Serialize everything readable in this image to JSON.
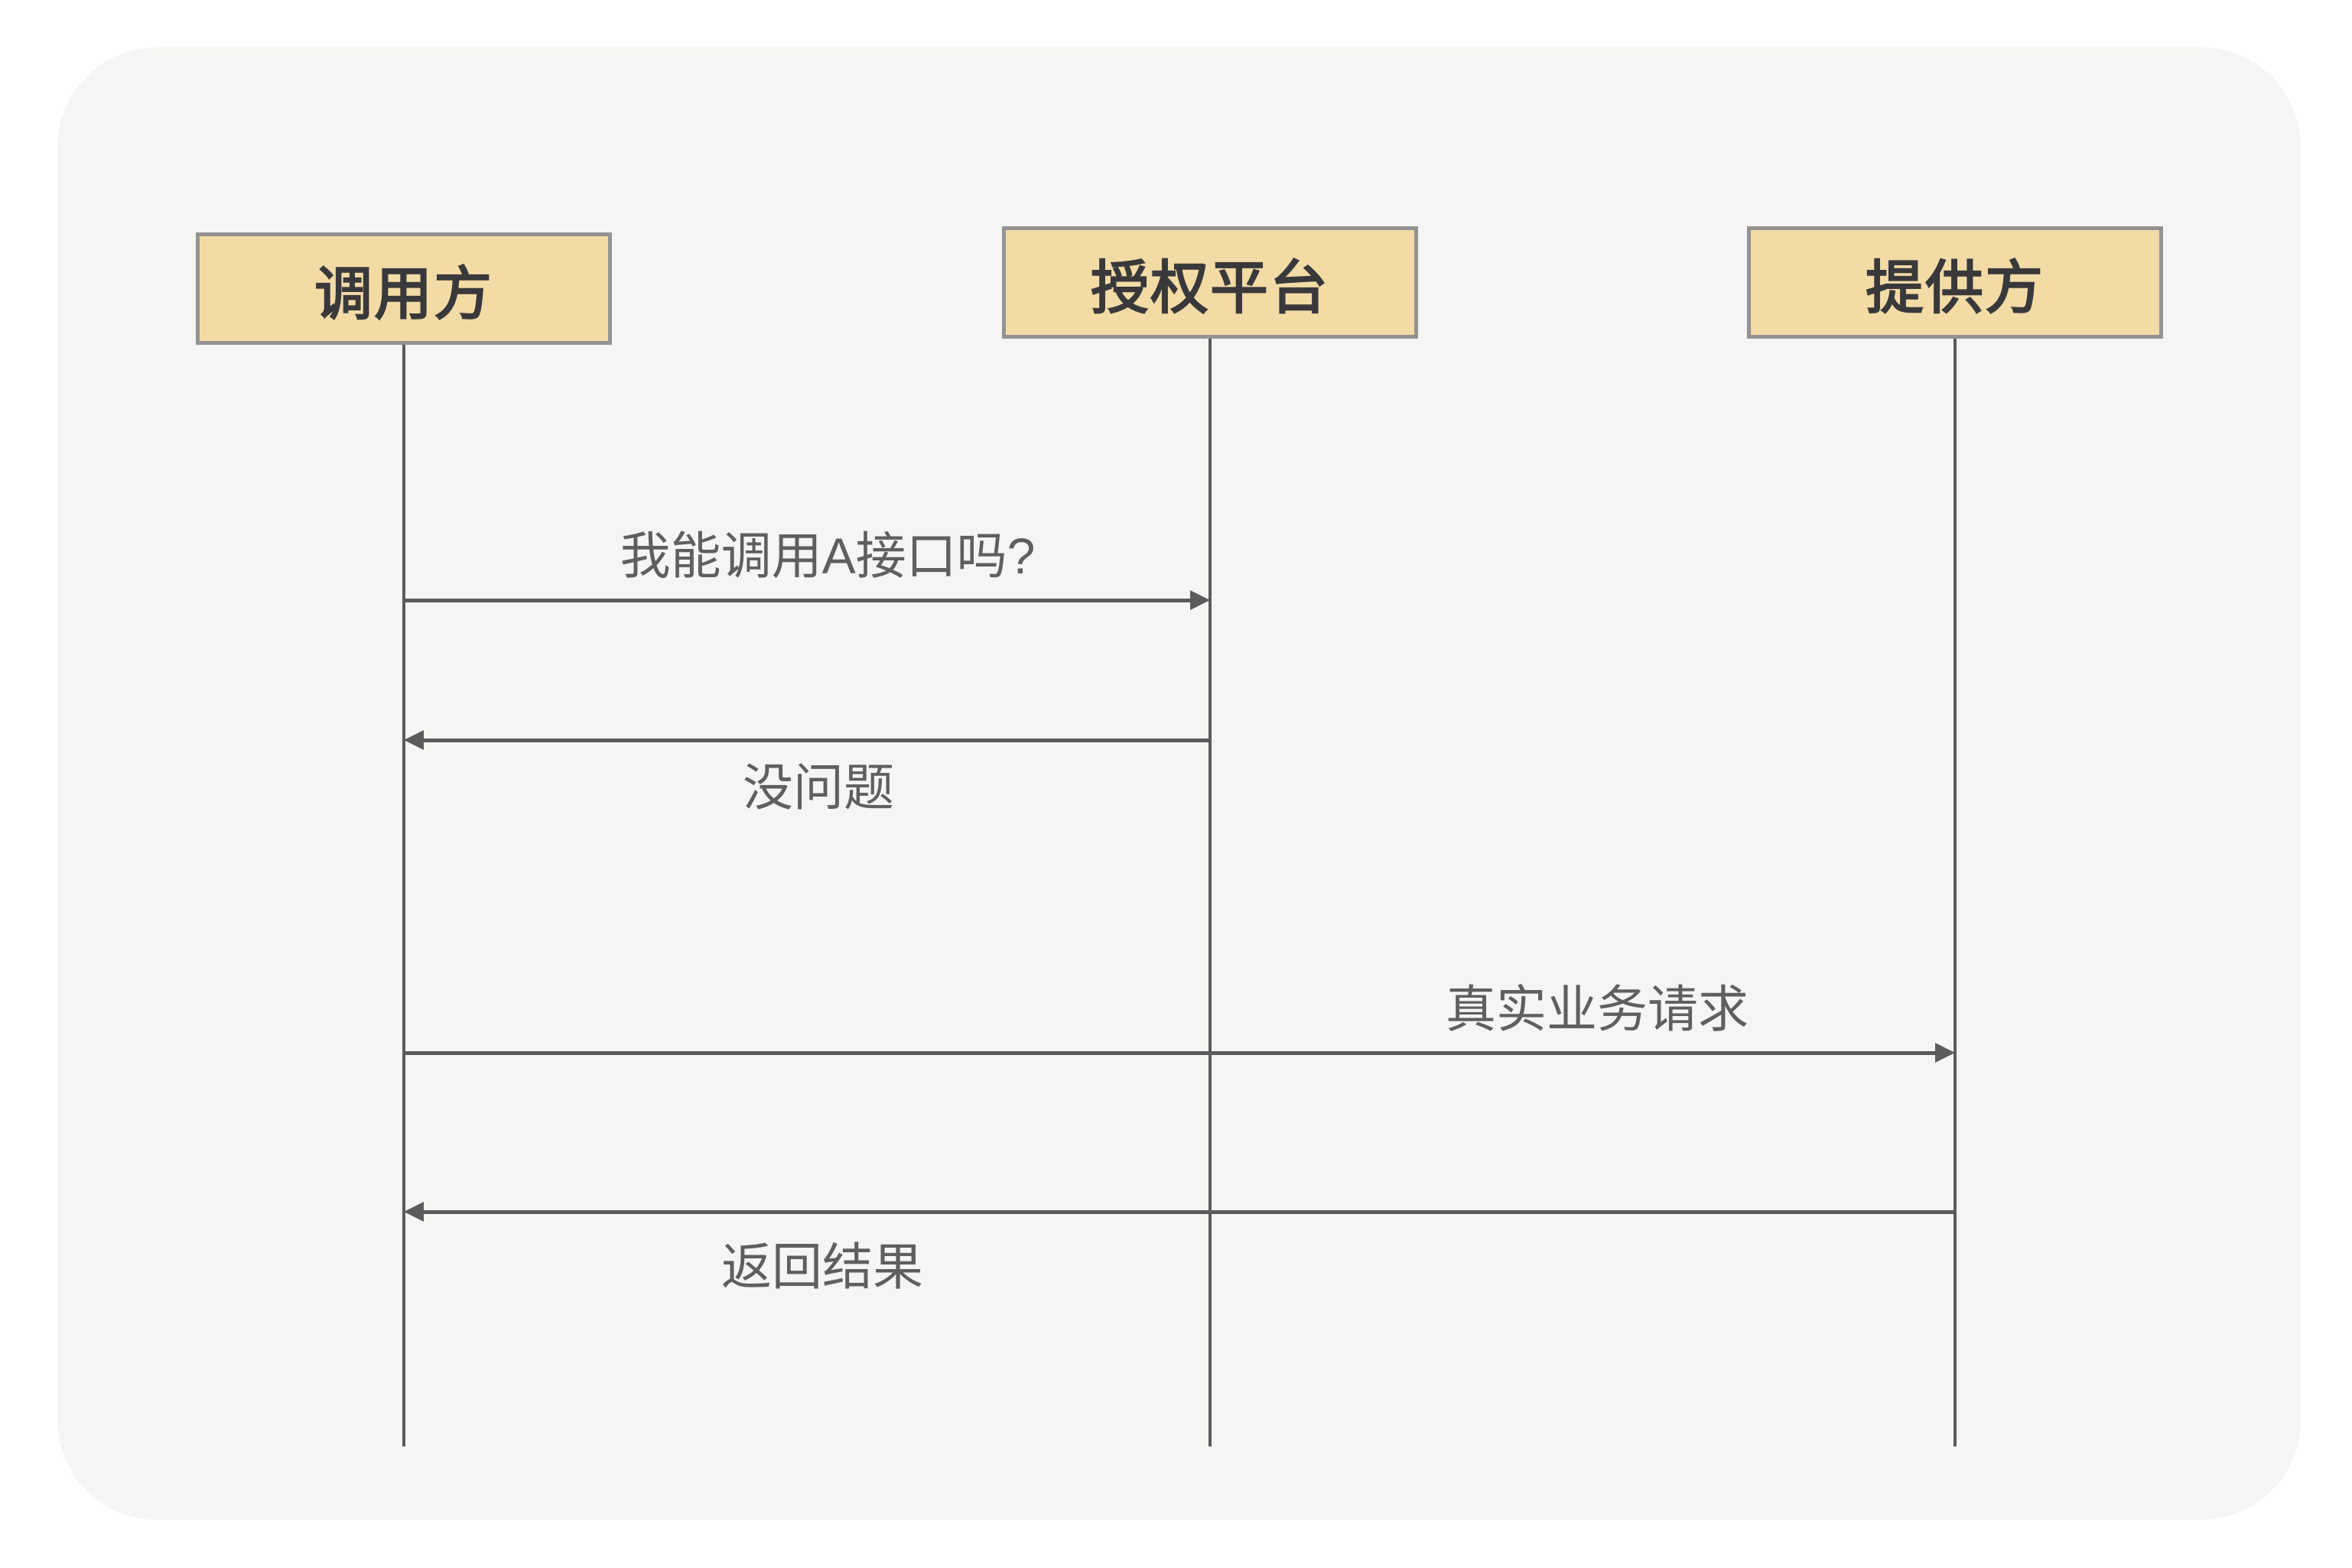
{
  "diagram": {
    "actors": [
      {
        "id": "caller",
        "label": "调用方"
      },
      {
        "id": "auth-platform",
        "label": "授权平台"
      },
      {
        "id": "provider",
        "label": "提供方"
      }
    ],
    "messages": [
      {
        "label": "我能调用A接口吗?",
        "from": "调用方",
        "to": "授权平台",
        "direction": "right",
        "label_position": "above"
      },
      {
        "label": "没问题",
        "from": "授权平台",
        "to": "调用方",
        "direction": "left",
        "label_position": "below"
      },
      {
        "label": "真实业务请求",
        "from": "调用方",
        "to": "提供方",
        "direction": "right",
        "label_position": "above"
      },
      {
        "label": "返回结果",
        "from": "提供方",
        "to": "调用方",
        "direction": "left",
        "label_position": "below"
      }
    ],
    "colors": {
      "page_background": "#FFFFFF",
      "canvas_background": "#F5F5F3",
      "actor_fill": "#F3DBA6",
      "actor_border": "#939393",
      "actor_text": "#39393B",
      "line": "#5B5B5B",
      "message_text": "#5F5F5F"
    }
  }
}
